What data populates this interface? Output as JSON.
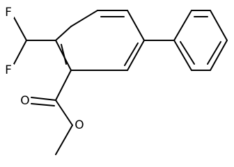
{
  "molecule": {
    "atoms": {
      "f_top": "F",
      "f_bottom": "F",
      "o_carbonyl": "O",
      "o_ester": "O"
    }
  },
  "colors": {
    "bond": "#000000",
    "background": "#ffffff"
  }
}
